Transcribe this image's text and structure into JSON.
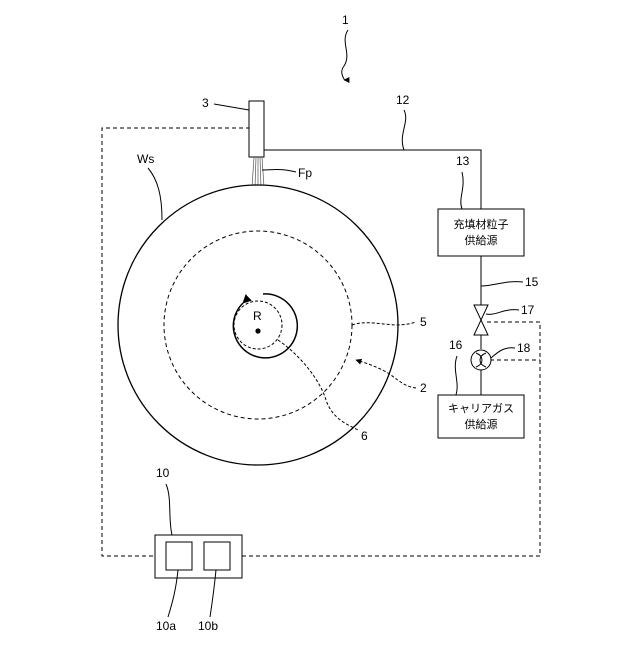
{
  "labels": {
    "system": "1",
    "nozzle": "3",
    "pipe_main": "12",
    "filler_box_label": "13",
    "pipe_lower": "15",
    "carrier_box_label": "16",
    "valve": "17",
    "flowmeter": "18",
    "wafer": "Ws",
    "particles": "Fp",
    "outer_circle": "5",
    "arrow_ref": "2",
    "inner_circle": "6",
    "center": "R",
    "controller": "10",
    "controller_a": "10a",
    "controller_b": "10b"
  },
  "boxes": {
    "filler_supply_line1": "充填材粒子",
    "filler_supply_line2": "供給源",
    "carrier_supply_line1": "キャリアガス",
    "carrier_supply_line2": "供給源"
  }
}
